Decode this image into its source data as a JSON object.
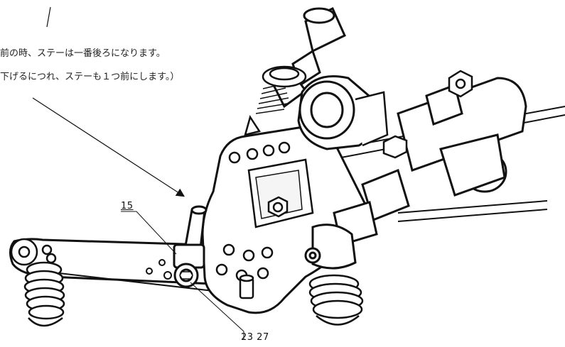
{
  "notes": {
    "line1": "前の時、ステーは一番後ろになります。",
    "line2": "下げるにつれ、ステーも１つ前にします。）"
  },
  "callouts": {
    "part_15": "15",
    "part_23_27": "23 27"
  },
  "colors": {
    "line": "#111111",
    "fill": "#ffffff",
    "shade": "#dddddd"
  }
}
